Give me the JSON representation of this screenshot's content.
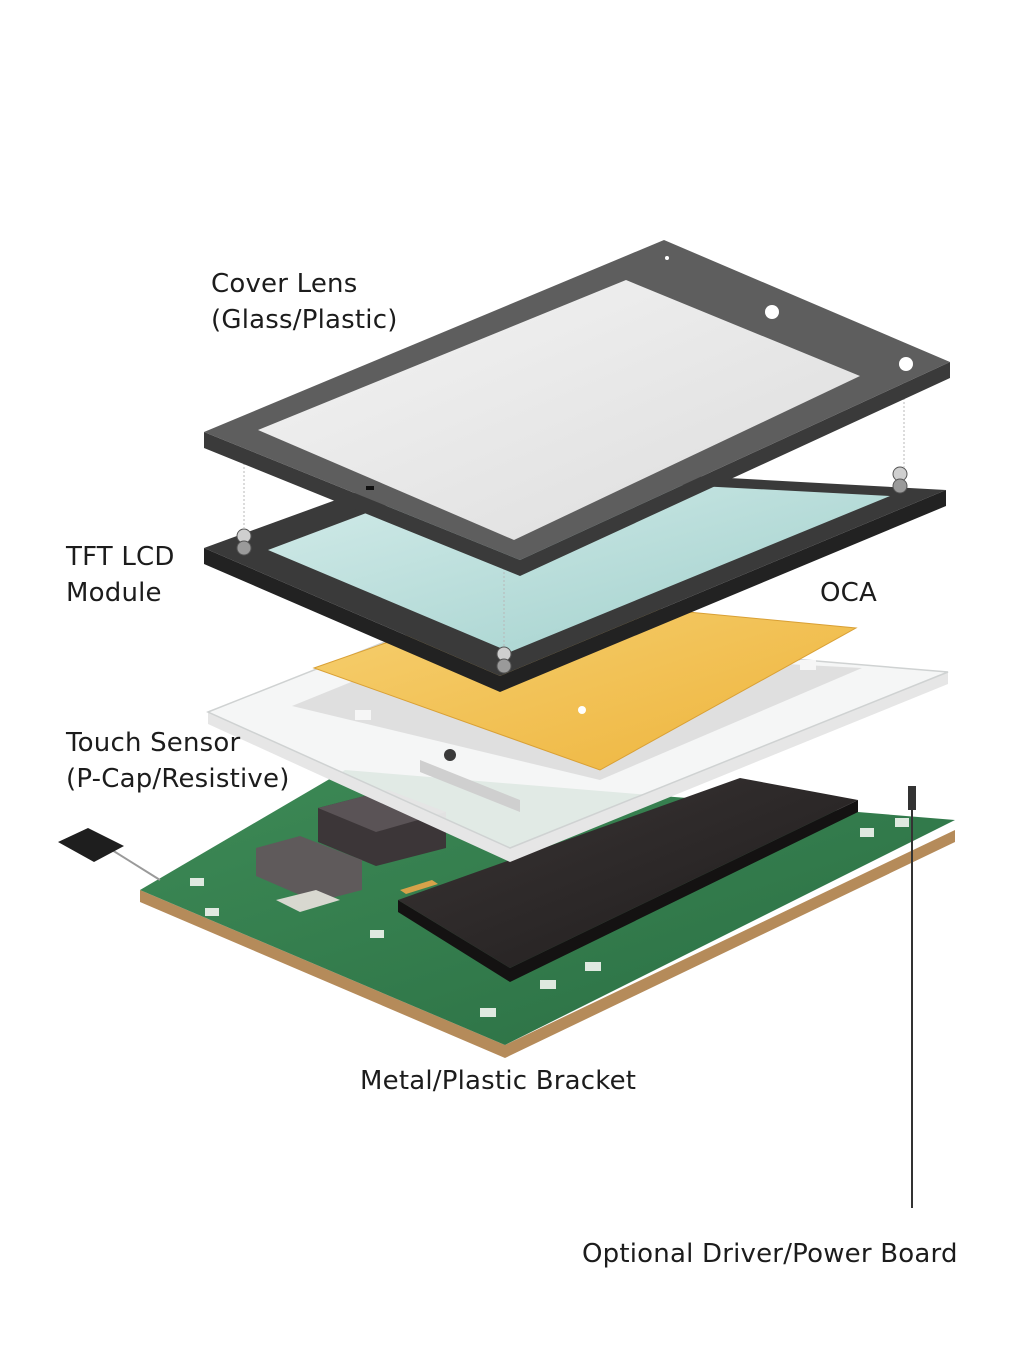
{
  "labels": {
    "cover_lens": {
      "line1": "Cover Lens",
      "line2": "(Glass/Plastic)"
    },
    "tft_lcd": {
      "line1": "TFT LCD",
      "line2": "Module"
    },
    "oca": {
      "line1": "OCA"
    },
    "touch_sensor": {
      "line1": "Touch Sensor",
      "line2": "(P-Cap/Resistive)"
    },
    "bracket": {
      "line1": "Metal/Plastic Bracket"
    },
    "driver_board": {
      "line1": "Optional Driver/Power Board"
    }
  },
  "colors": {
    "background": "#ffffff",
    "bezel": "#5e5e5e",
    "lcd_frame": "#3a3a3a",
    "lcd_screen": "#bfe0df",
    "oca": "#f2c14e",
    "pcb": "#2f7a4a",
    "pcb_edge": "#b58b5a",
    "battery": "#2a2626",
    "text": "#1c1c1c"
  }
}
